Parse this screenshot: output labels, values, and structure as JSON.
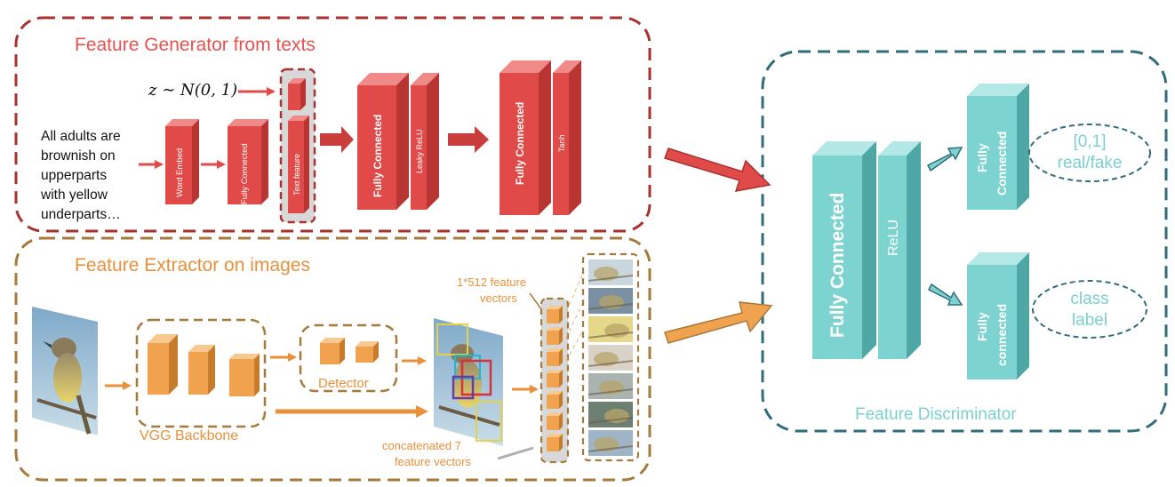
{
  "colors": {
    "generator_border": "#a8322f",
    "generator_title": "#e8514f",
    "red_face": "#e04b49",
    "red_side": "#b83533",
    "red_top": "#ef8a88",
    "extractor_border": "#a57a3c",
    "extractor_title": "#e8903a",
    "orange_face": "#f0a24e",
    "orange_side": "#c67c2c",
    "orange_top": "#f7c88f",
    "discriminator_border": "#2f6d7a",
    "teal_face": "#7dd3d0",
    "teal_side": "#4fa7a5",
    "teal_top": "#b4e8e6",
    "teal_text": "#7ccfd0"
  },
  "generator": {
    "title": "Feature Generator from texts",
    "noise_label": "z ∼ N(0, 1)",
    "text_lines": [
      "All adults are",
      "brownish on",
      "upperparts",
      "with yellow",
      "underparts…"
    ],
    "blocks": {
      "word_embed": "Word Embed",
      "fc_small": "Fully Connected",
      "text_feature": "Text  feature",
      "fc1": "Fully Connected",
      "leaky": "Leaky ReLU",
      "fc2": "Fully Connected",
      "tanh": "Tanh"
    }
  },
  "extractor": {
    "title": "Feature Extractor on images",
    "backbone_label": "VGG Backbone",
    "detector_label": "Detector",
    "feature_vectors_label": [
      "1*512 feature",
      "vectors"
    ],
    "concat_label": [
      "concatenated 7",
      "feature vectors"
    ]
  },
  "discriminator": {
    "title": "Feature Discriminator",
    "fc_main": "Fully Connected",
    "relu": "ReLU",
    "fc_top": [
      "Fully",
      "Connected"
    ],
    "fc_bottom": [
      "Fully",
      "connected"
    ],
    "out_top": [
      "[0,1]",
      "real/fake"
    ],
    "out_bottom": [
      "class",
      "label"
    ]
  }
}
